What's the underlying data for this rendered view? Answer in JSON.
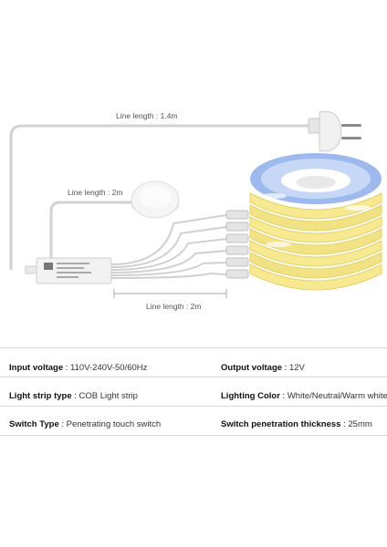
{
  "labels": {
    "cord_length": "Line length : 1.4m",
    "sensor_length": "Line length : 2m",
    "output_length": "Line length : 2m"
  },
  "specs": [
    {
      "label": "Input voltage",
      "value": "110V-240V-50/60Hz"
    },
    {
      "label": "Output voltage",
      "value": "12V"
    },
    {
      "label": "Light strip type",
      "value": "COB Light strip"
    },
    {
      "label": "Lighting Color",
      "value": "White/Neutral/Warm white"
    },
    {
      "label": "Switch Type",
      "value": "Penetrating touch switch"
    },
    {
      "label": "Switch penetration thickness",
      "value": "25mm"
    }
  ],
  "colors": {
    "led_yellow": "#f1e283",
    "led_blue": "#8fb0ec",
    "wire": "#cfcfcf",
    "divider": "#d8d8d8"
  }
}
